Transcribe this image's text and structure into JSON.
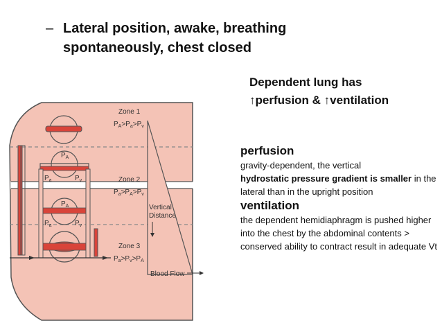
{
  "bullet": {
    "dash": "–",
    "line1": "Lateral position, awake, breathing",
    "line2": "spontaneously, chest closed"
  },
  "dependent": {
    "line1": "Dependent lung has",
    "line2": "↑perfusion & ↑ventilation"
  },
  "perfusion": {
    "heading": "perfusion",
    "text1": " gravity-dependent, the vertical",
    "bold_text": "hydrostatic pressure gradient is smaller",
    "text2": " in the lateral than in the upright position"
  },
  "ventilation": {
    "heading": "ventilation",
    "text": " the dependent hemidiaphragm is pushed higher into the chest by the abdominal contents > conserved ability to contract result in adequate Vt"
  },
  "diagram": {
    "zone1": {
      "label": "Zone 1",
      "formula": [
        "P",
        "A",
        ">P",
        "a",
        ">P",
        "v"
      ]
    },
    "zone2": {
      "label": "Zone 2",
      "formula": [
        "P",
        "a",
        ">P",
        "A",
        ">P",
        "v"
      ]
    },
    "zone3": {
      "label": "Zone 3",
      "formula": [
        "P",
        "a",
        ">P",
        "v",
        ">P",
        "A"
      ]
    },
    "vertical_distance": [
      "Vertical",
      "Distance"
    ],
    "blood_flow": "Blood Flow",
    "pa_alveolar": [
      "P",
      "A"
    ],
    "pa_arterial": [
      "P",
      "a"
    ],
    "pv_venous": [
      "P",
      "v"
    ],
    "colors": {
      "lung": "#f4c3b6",
      "outline": "#555555",
      "vessel": "#d9443a",
      "dash": "#888888"
    }
  }
}
